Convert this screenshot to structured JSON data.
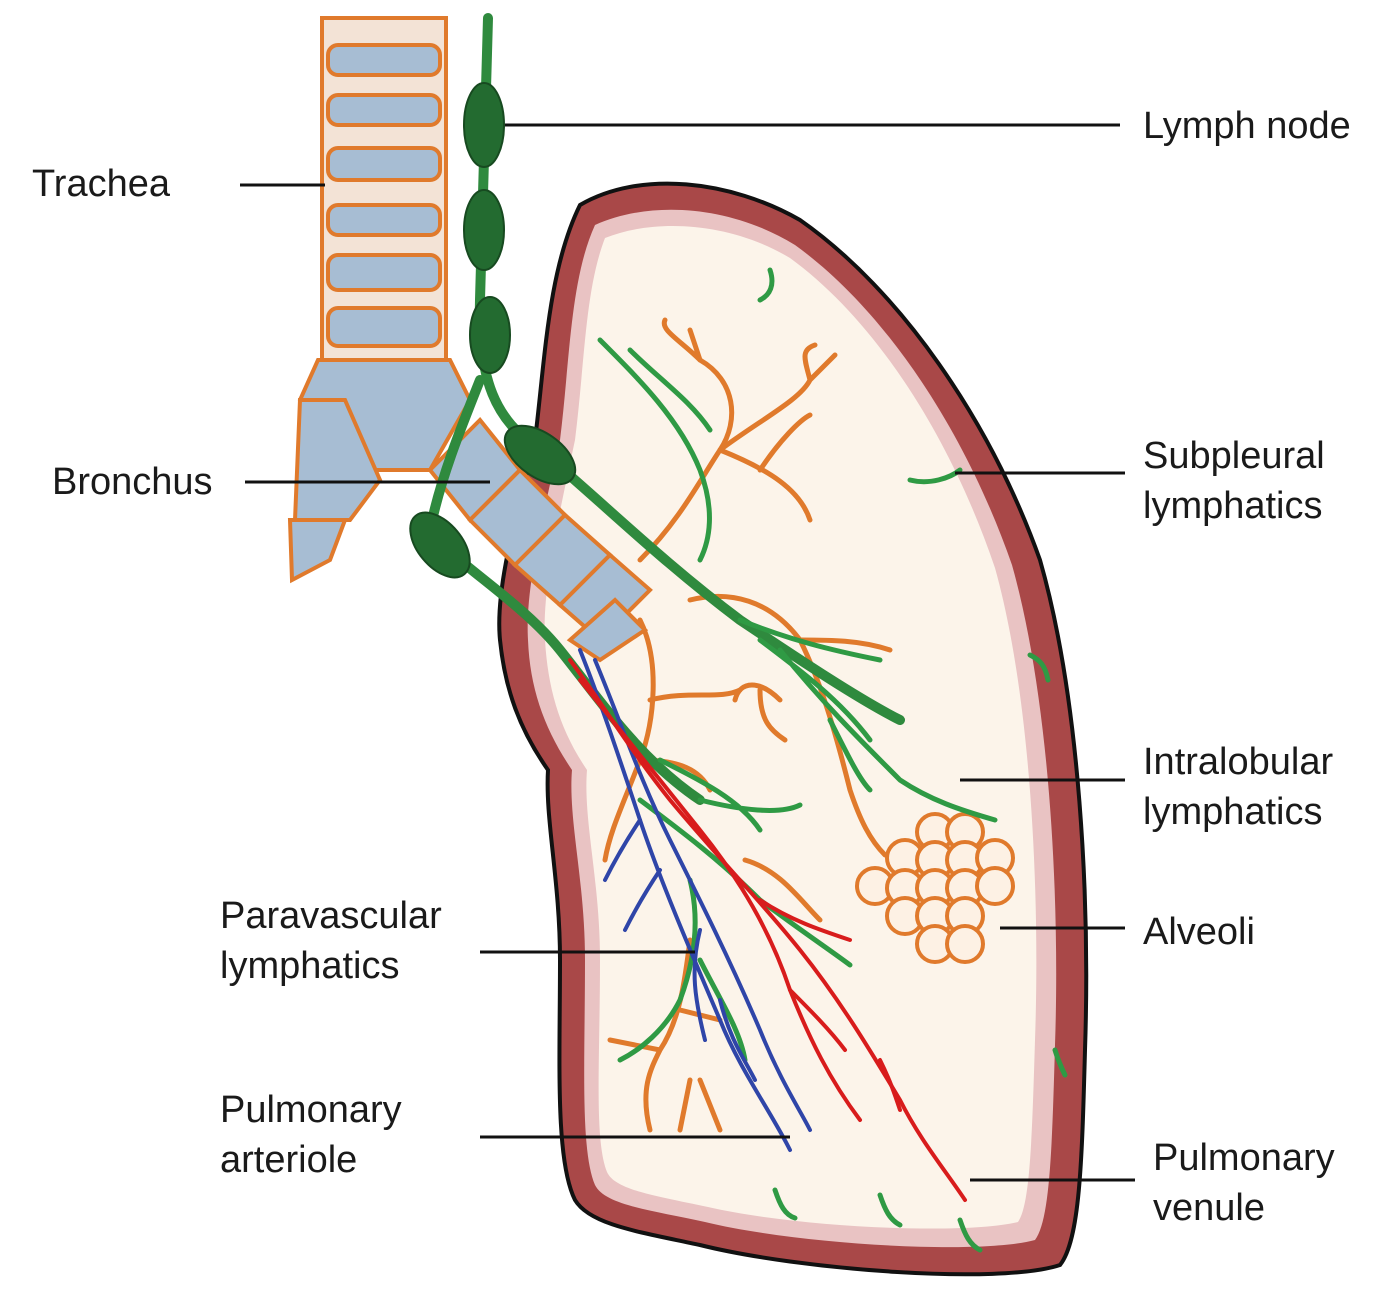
{
  "labels": {
    "lymph_node": "Lymph node",
    "trachea": "Trachea",
    "bronchus": "Bronchus",
    "subpleural_1": "Subpleural",
    "subpleural_2": "lymphatics",
    "intralobular_1": "Intralobular",
    "intralobular_2": "lymphatics",
    "alveoli": "Alveoli",
    "paravascular_1": "Paravascular",
    "paravascular_2": "lymphatics",
    "arteriole_1": "Pulmonary",
    "arteriole_2": "arteriole",
    "venule_1": "Pulmonary",
    "venule_2": "venule"
  },
  "colors": {
    "lymphatics": "#2f9a44",
    "airway": "#e07a2c",
    "cartilage": "#a7bdd3",
    "pleura": "#a94848",
    "arteriole": "#2f45a8",
    "venule": "#d81c1c"
  }
}
